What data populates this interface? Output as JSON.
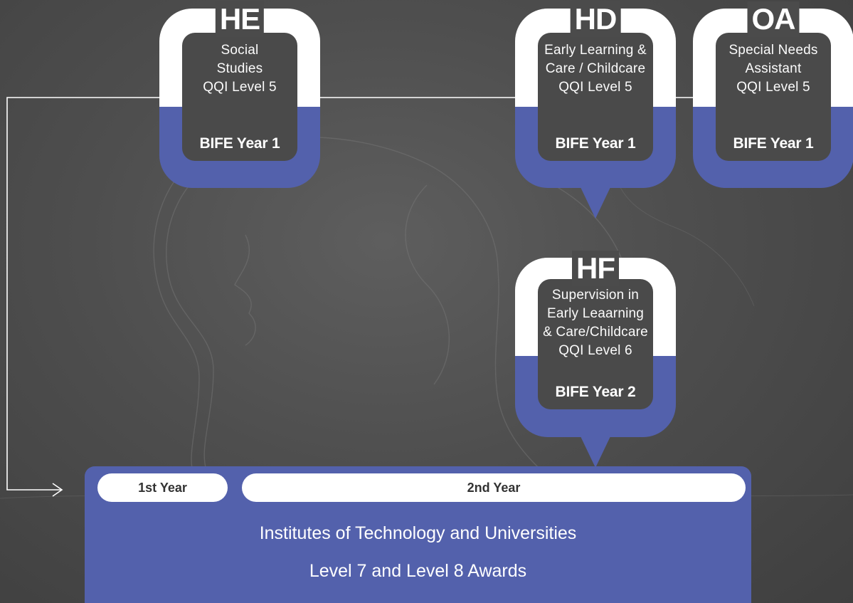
{
  "courses": [
    {
      "id": "he",
      "code": "HE",
      "lines": [
        "Social",
        "Studies",
        "QQI Level 5"
      ],
      "year": "BIFE Year 1",
      "pointer": false
    },
    {
      "id": "hd",
      "code": "HD",
      "lines": [
        "Early Learning &",
        "Care / Childcare",
        "QQI Level 5"
      ],
      "year": "BIFE Year 1",
      "pointer": true
    },
    {
      "id": "oa",
      "code": "OA",
      "lines": [
        "Special Needs",
        "Assistant",
        "QQI Level 5"
      ],
      "year": "BIFE Year 1",
      "pointer": false
    },
    {
      "id": "hf",
      "code": "HF",
      "lines": [
        "Supervision in",
        "Early Leaarning",
        "& Care/Childcare",
        "QQI Level 6"
      ],
      "year": "BIFE Year 2",
      "pointer": true
    }
  ],
  "award": {
    "year_1": "1st Year",
    "year_2": "2nd Year",
    "line_1": "Institutes of Technology and Universities",
    "line_2": "Level 7 and Level 8 Awards"
  },
  "colors": {
    "accent": "#5361ac",
    "frame": "#ffffff",
    "panel": "#4a4a4a",
    "background": "#4f4f4f"
  }
}
